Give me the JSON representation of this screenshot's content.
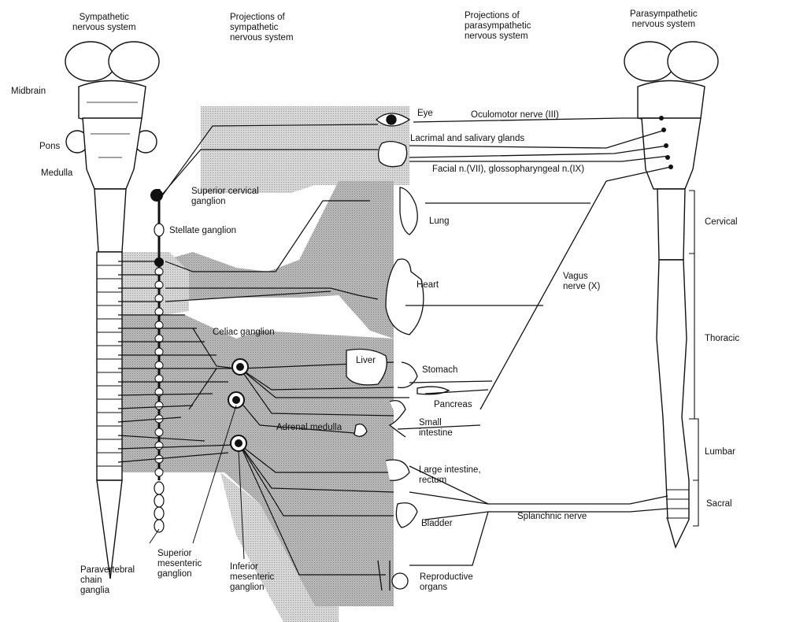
{
  "headers": {
    "sympathetic_system": "Sympathetic\nnervous system",
    "sympathetic_projections": "Projections of\nsympathetic\nnervous system",
    "parasympathetic_projections": "Projections of\nparasympathetic\nnervous system",
    "parasympathetic_system": "Parasympathetic\nnervous system"
  },
  "brain_regions": {
    "midbrain": "Midbrain",
    "pons": "Pons",
    "medulla": "Medulla"
  },
  "ganglia": {
    "superior_cervical": "Superior cervical\nganglion",
    "stellate": "Stellate ganglion",
    "celiac": "Celiac ganglion",
    "superior_mesenteric": "Superior\nmesenteric\nganglion",
    "inferior_mesenteric": "Inferior\nmesenteric\nganglion",
    "paravertebral_chain": "Paravertebral\nchain\nganglia"
  },
  "organs": {
    "eye": "Eye",
    "lacrimal_salivary": "Lacrimal and salivary glands",
    "lung": "Lung",
    "heart": "Heart",
    "liver": "Liver",
    "stomach": "Stomach",
    "pancreas": "Pancreas",
    "small_intestine": "Small\nintestine",
    "adrenal_medulla": "Adrenal medulla",
    "large_intestine": "Large intestine,\nrectum",
    "bladder": "Bladder",
    "reproductive": "Reproductive\norgans"
  },
  "nerves": {
    "oculomotor": "Oculomotor nerve (III)",
    "facial_glosso": "Facial n.(VII), glossopharyngeal n.(IX)",
    "vagus": "Vagus\nnerve (X)",
    "splanchnic": "Splanchnic nerve"
  },
  "spinal_regions": {
    "cervical": "Cervical",
    "thoracic": "Thoracic",
    "lumbar": "Lumbar",
    "sacral": "Sacral"
  }
}
